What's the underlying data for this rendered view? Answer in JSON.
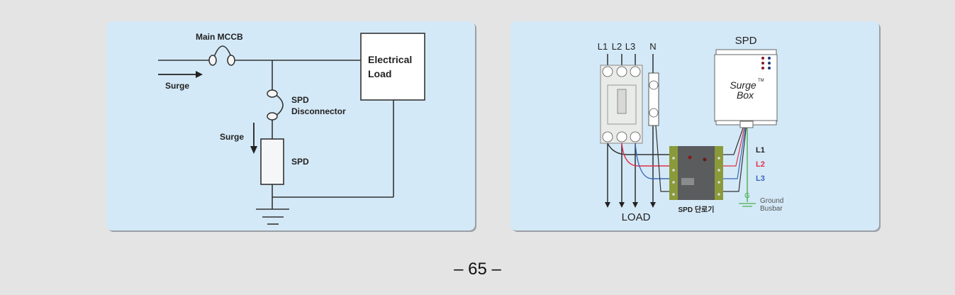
{
  "left_diagram": {
    "main_mccb_label": "Main MCCB",
    "surge_in_label": "Surge",
    "load_label_line1": "Electrical",
    "load_label_line2": "Load",
    "disconnector_label_line1": "SPD",
    "disconnector_label_line2": "Disconnector",
    "surge_down_label": "Surge",
    "spd_label": "SPD"
  },
  "right_diagram": {
    "phase_labels": [
      "L1",
      "L2",
      "L3",
      "N"
    ],
    "spd_title": "SPD",
    "surgebox_line1": "Surge",
    "surgebox_tm": "TM",
    "surgebox_line2": "Box",
    "load_label": "LOAD",
    "disconnector_label": "SPD 단로기",
    "wire_labels": [
      {
        "text": "L1",
        "color": "#222222"
      },
      {
        "text": "L2",
        "color": "#e0304a"
      },
      {
        "text": "L3",
        "color": "#3a66b8"
      }
    ],
    "ground_g_label": "G",
    "ground_label_line1": "Ground",
    "ground_label_line2": "Busbar",
    "colors": {
      "l1": "#333333",
      "l2": "#e0304a",
      "l3": "#3a66b8",
      "ground": "#4caf50"
    }
  },
  "page_number": "– 65 –"
}
